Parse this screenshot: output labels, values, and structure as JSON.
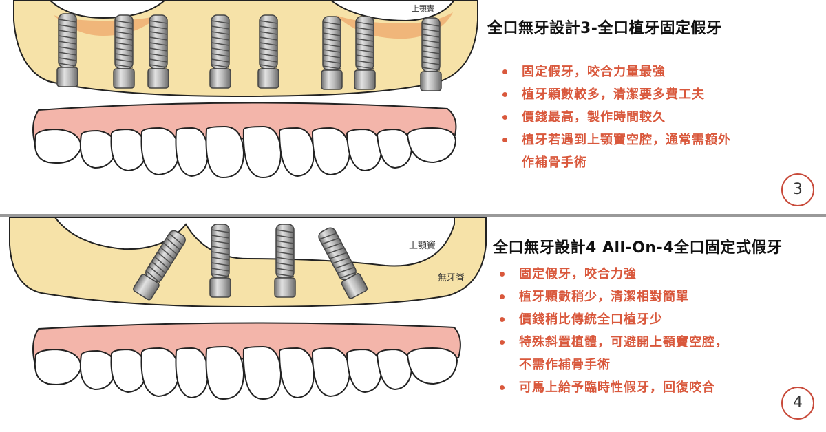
{
  "panel1": {
    "illus_label_sinus": "上顎竇",
    "title": "全口無牙設計3-全口植牙固定假牙",
    "bullets": [
      {
        "lines": [
          "固定假牙，咬合力量最強"
        ]
      },
      {
        "lines": [
          "植牙顆數較多，清潔要多費工夫"
        ]
      },
      {
        "lines": [
          "價錢最高，製作時間較久"
        ]
      },
      {
        "lines": [
          "植牙若遇到上顎竇空腔，通常需額外",
          "作補骨手術"
        ]
      }
    ],
    "badge": "3"
  },
  "panel2": {
    "illus_label_sinus": "上顎竇",
    "illus_label_ridge": "無牙脊",
    "title": "全口無牙設計4 All-On-4全口固定式假牙",
    "bullets": [
      {
        "lines": [
          "固定假牙，咬合力強"
        ]
      },
      {
        "lines": [
          "植牙顆數稍少，清潔相對簡單"
        ]
      },
      {
        "lines": [
          "價錢稍比傳統全口植牙少"
        ]
      },
      {
        "lines": [
          "特殊斜置植體，可避開上顎竇空腔，",
          "不需作補骨手術"
        ]
      },
      {
        "lines": [
          "可馬上給予臨時性假牙，回復咬合"
        ]
      }
    ],
    "badge": "4"
  },
  "colors": {
    "bone": "#f6e2a8",
    "sinus_graft": "#f0b67a",
    "gum": "#f3b5aa",
    "accent": "#d9583c",
    "implant": "#9a9a9a",
    "divider": "#999999"
  }
}
